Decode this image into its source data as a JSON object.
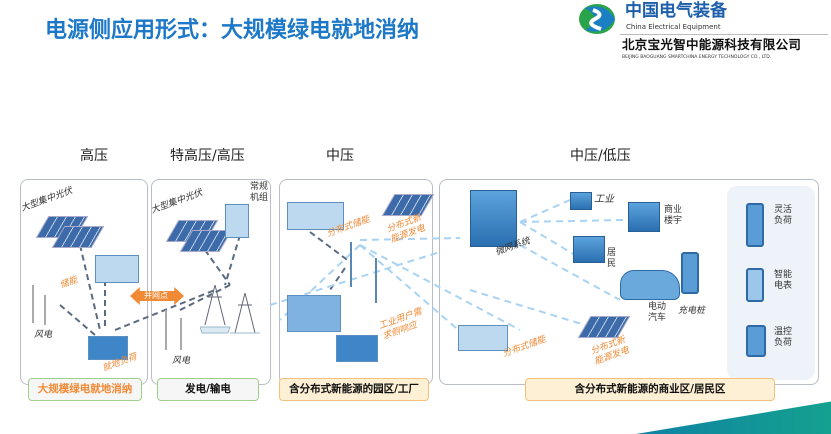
{
  "title": "电源侧应用形式：大规模绿电就地消纳",
  "logo": {
    "cn": "中国电气装备",
    "en": "China Electrical Equipment",
    "company_cn": "北京宝光智中能源科技有限公司",
    "company_en": "BEIJING BAOGUANG SMARTCHINA ENERGY TECHNOLOGY CO., LTD."
  },
  "sections": [
    "高压",
    "特高压/高压",
    "中压",
    "中压/低压"
  ],
  "panel1": {
    "solar": "大型集中光伏",
    "storage": "储能",
    "wind": "风电",
    "load": "就地负荷",
    "caption": "大规模绿电就地消纳"
  },
  "grid_point": "并网点",
  "panel2": {
    "solar": "大型集中光伏",
    "conventional": "常规机组",
    "wind": "风电",
    "caption": "发电/输电"
  },
  "panel3": {
    "storage": "分布式储能",
    "dg": "分布式新能源发电",
    "industrial": "工业用户需求侧响应",
    "caption": "含分布式新能源的园区/工厂"
  },
  "panel4": {
    "microgrid": "微网系统",
    "industry": "工业",
    "commercial": "商业楼宇",
    "resident": "居民",
    "ev": "电动汽车",
    "charger": "充电桩",
    "storage": "分布式储能",
    "dg": "分布式新能源发电",
    "flex": "灵活负荷",
    "meter": "智能电表",
    "thermo": "温控负荷",
    "caption": "含分布式新能源的商业区/居民区"
  },
  "colors": {
    "title": "#1d78c8",
    "orange": "#f08a35",
    "green_border": "#9fd08a",
    "cream": "#fdf0d5"
  }
}
